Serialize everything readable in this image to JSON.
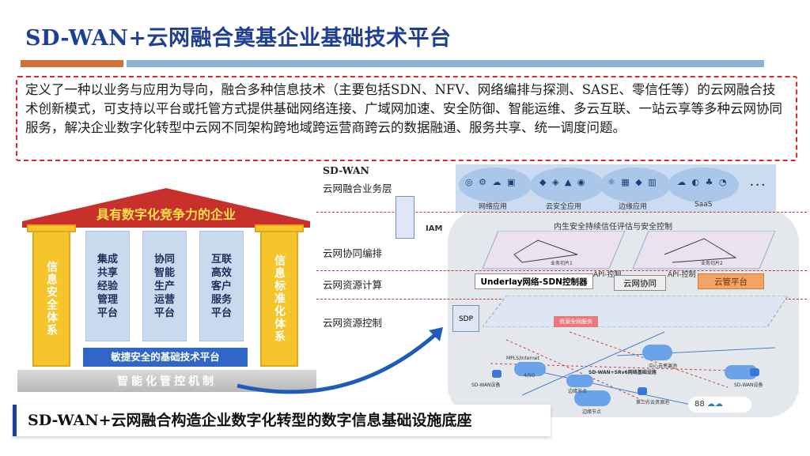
{
  "title": "SD-WAN+云网融合奠基企业基础技术平台",
  "intro": "定义了一种以业务与应用为导向，融合多种信息技术（主要包括SDN、NFV、网络编排与探测、SASE、零信任等）的云网融合技术创新模式，可支持以平台或托管方式提供基础网络连接、广域网加速、安全防御、智能运维、多云互联、一站云享等多种云网协同服务，解决企业数字化转型中云网不同架构跨地域跨运营商跨云的数据融通、服务共享、统一调度问题。",
  "building": {
    "roof": "具有数字化竞争力的企业",
    "left_pillar": "信息安全体系",
    "right_pillar": "信息标准化体系",
    "columns": [
      "集成共享经验管理平台",
      "协同智能生产运营平台",
      "互联高效客户服务平台"
    ],
    "platform": "敏捷安全的基础技术平台",
    "base": "智能化管控机制"
  },
  "footer": "SD-WAN+云网融合构造企业数字化转型的数字信息基础设施底座",
  "diagram": {
    "layer_title": "SD-WAN",
    "layers": [
      "云网融合业务层",
      "云网协同编排",
      "云网资源计算",
      "云网资源控制"
    ],
    "iam": "IAM",
    "apps": [
      "网络应用",
      "云安全应用",
      "边缘应用",
      "SaaS"
    ],
    "security": "内生安全持续信任评估与安全控制",
    "underlay": "Underlay网络-SDN控制器",
    "cloud_coord": "云网协同",
    "cloud_mgmt": "云管平台",
    "api_left": "API-控制",
    "api_right": "API-控制",
    "sdp": "SDP",
    "resource_net": "资源全网服务",
    "small": [
      "业务切片1",
      "业务切片2",
      "SD-WAN设备",
      "边缘节点",
      "SD-WAN+SRv6网络基础设施",
      "中心云资源池",
      "边缘节点",
      "第三方云资源池",
      "SD-WAN设备",
      "MPLS/Internet",
      "4/5G"
    ],
    "page_number": "88"
  },
  "colors": {
    "title": "#1f3f93",
    "accent_orange": "#d0703a",
    "accent_blue": "#8db3d7",
    "dash_red": "#e0242b",
    "roof_red": "#c8302c",
    "pillar_yellow": "#f6c52c",
    "platform_blue": "#2f66c8"
  }
}
